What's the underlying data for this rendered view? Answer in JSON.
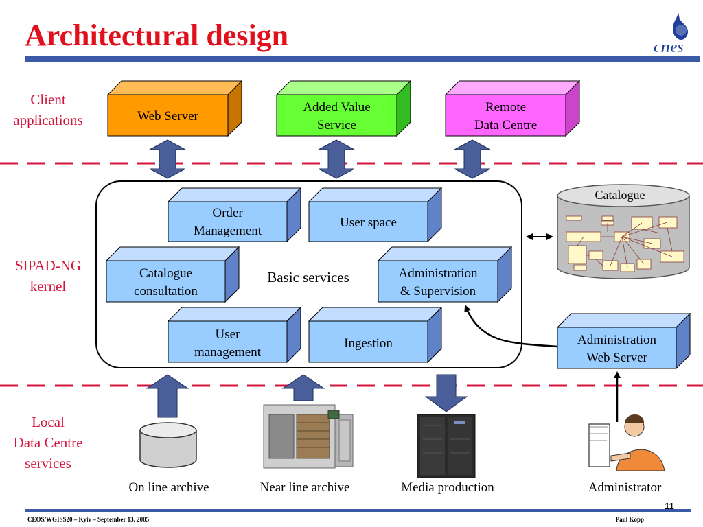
{
  "title": "Architectural design",
  "slide_number": "11",
  "footer": {
    "left": "CEOS/WGISS20 – Kyiv – September 13, 2005",
    "right": "Paul Kopp"
  },
  "layers": {
    "client": [
      "Client",
      "applications"
    ],
    "kernel": [
      "SIPAD-NG",
      "kernel"
    ],
    "local": [
      "Local",
      "Data Centre",
      "services"
    ]
  },
  "client_boxes": [
    {
      "lines": [
        "Web Server"
      ],
      "color": "#ff9a00"
    },
    {
      "lines": [
        "Added Value",
        "Service"
      ],
      "color": "#66ff33"
    },
    {
      "lines": [
        "Remote",
        "Data Centre"
      ],
      "color": "#ff66ff"
    }
  ],
  "kernel": {
    "center_label": "Basic services",
    "service_color": "#99ccff",
    "services": [
      {
        "lines": [
          "Order",
          "Management"
        ]
      },
      {
        "lines": [
          "User space"
        ]
      },
      {
        "lines": [
          "Catalogue",
          "consultation"
        ]
      },
      {
        "lines": [
          "Administration",
          "& Supervision"
        ]
      },
      {
        "lines": [
          "User",
          "management"
        ]
      },
      {
        "lines": [
          "Ingestion"
        ]
      }
    ]
  },
  "catalogue": {
    "label": "Catalogue"
  },
  "admin_web_server": {
    "lines": [
      "Administration",
      "Web Server"
    ]
  },
  "local_services": [
    {
      "label": "On line archive"
    },
    {
      "label": "Near line archive"
    },
    {
      "label": "Media production"
    },
    {
      "label": "Administrator"
    }
  ],
  "colors": {
    "title": "#e0101c",
    "layer_label": "#d4163c",
    "dash_line": "#d4163c",
    "arrow_fill": "#4a5f9a",
    "rule": "#3a5aa8"
  }
}
